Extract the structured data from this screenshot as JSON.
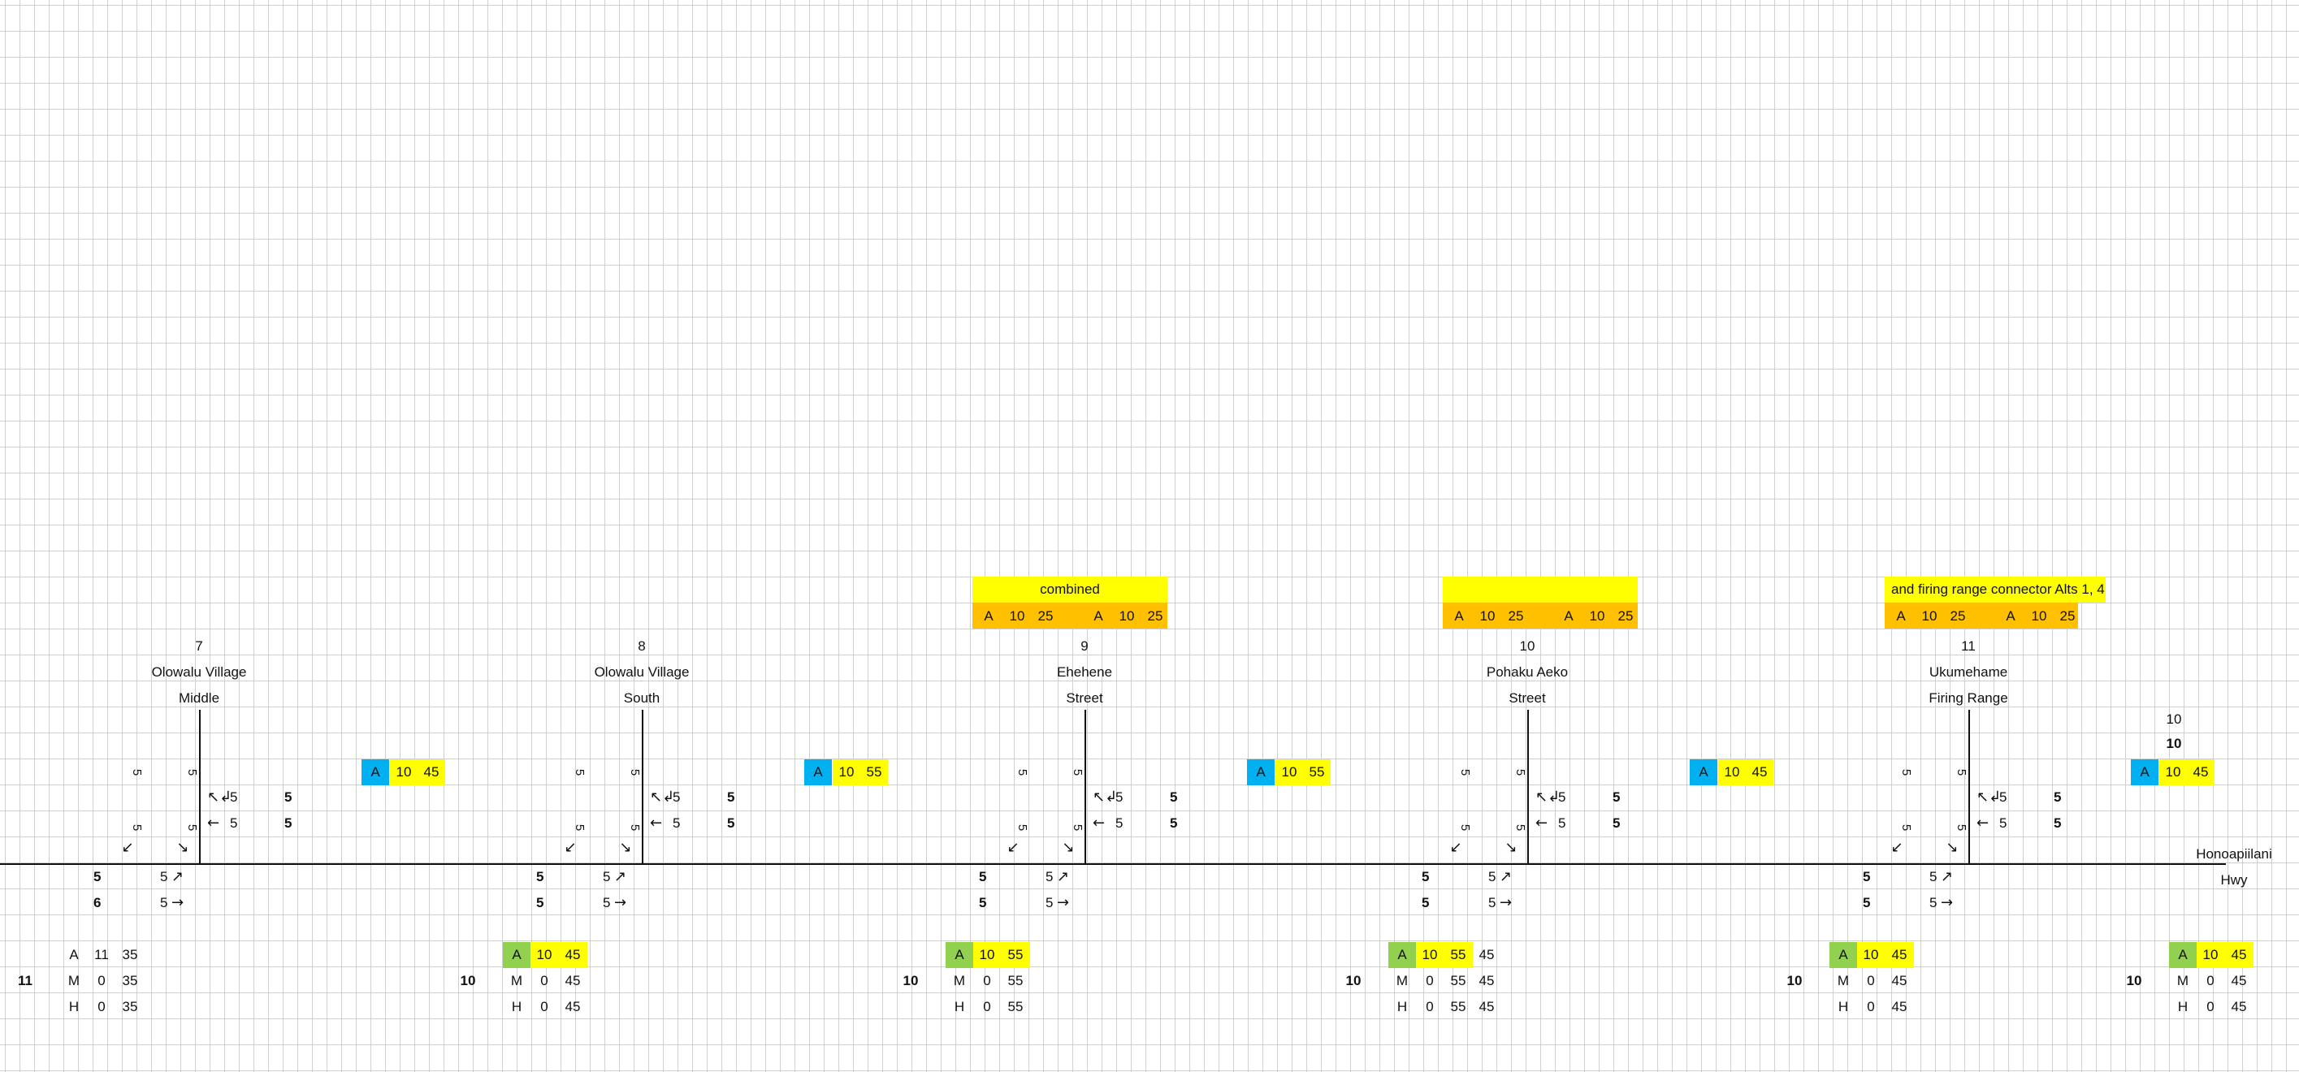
{
  "colors": {
    "yellow": "#ffff00",
    "orange": "#ffc000",
    "blue": "#00b0f0",
    "green": "#92d050",
    "grid": "#cfcfcf"
  },
  "road": {
    "name_line1": "Honoapiilani",
    "name_line2": "Hwy"
  },
  "banners": [
    {
      "title": "combined",
      "row": [
        "A",
        "10",
        "25",
        "A",
        "10",
        "25"
      ]
    },
    {
      "title": "",
      "row": [
        "A",
        "10",
        "25",
        "A",
        "10",
        "25"
      ]
    },
    {
      "title": "and firing range connector Alts 1, 4",
      "row": [
        "A",
        "10",
        "25",
        "A",
        "10",
        "25"
      ]
    }
  ],
  "intersections": [
    {
      "number": "7",
      "name_line1": "Olowalu Village",
      "name_line2": "Middle",
      "approach_top": [
        "5",
        "5"
      ],
      "approach_turns": [
        "5",
        "5"
      ],
      "west_in": [
        [
          "5",
          "5"
        ],
        [
          "5",
          "5"
        ]
      ],
      "east_counts": [
        "5",
        "5"
      ],
      "east_out": [
        [
          "5",
          "5"
        ],
        [
          "6",
          "5"
        ]
      ],
      "status": {
        "lvl": "A",
        "v1": "10",
        "v2": "45",
        "color": "blue"
      },
      "table": {
        "rows": [
          [
            "A",
            "11",
            "35"
          ],
          [
            "M",
            "0",
            "35"
          ],
          [
            "H",
            "0",
            "35"
          ]
        ],
        "total": "11",
        "highlight": false
      }
    },
    {
      "number": "8",
      "name_line1": "Olowalu Village",
      "name_line2": "South",
      "approach_top": [
        "5",
        "5"
      ],
      "approach_turns": [
        "5",
        "5"
      ],
      "west_in": [
        [
          "5",
          "5"
        ],
        [
          "5",
          "5"
        ]
      ],
      "east_counts": [
        "5",
        "5"
      ],
      "east_out": [
        [
          "5",
          "5"
        ],
        [
          "5",
          "5"
        ]
      ],
      "status": {
        "lvl": "A",
        "v1": "10",
        "v2": "55",
        "color": "blue"
      },
      "table": {
        "rows": [
          [
            "A",
            "10",
            "45"
          ],
          [
            "M",
            "0",
            "45"
          ],
          [
            "H",
            "0",
            "45"
          ]
        ],
        "total": "10",
        "highlight": true
      }
    },
    {
      "number": "9",
      "name_line1": "Ehehene",
      "name_line2": "Street",
      "approach_top": [
        "5",
        "5"
      ],
      "approach_turns": [
        "5",
        "5"
      ],
      "west_in": [
        [
          "5",
          "5"
        ],
        [
          "5",
          "5"
        ]
      ],
      "east_counts": [
        "5",
        "5"
      ],
      "east_out": [
        [
          "5",
          "5"
        ],
        [
          "5",
          "5"
        ]
      ],
      "status": {
        "lvl": "A",
        "v1": "10",
        "v2": "55",
        "color": "blue"
      },
      "table": {
        "rows": [
          [
            "A",
            "10",
            "55"
          ],
          [
            "M",
            "0",
            "55"
          ],
          [
            "H",
            "0",
            "55"
          ]
        ],
        "total": "10",
        "highlight": true
      }
    },
    {
      "number": "10",
      "name_line1": "Pohaku Aeko",
      "name_line2": "Street",
      "approach_top": [
        "5",
        "5"
      ],
      "approach_turns": [
        "5",
        "5"
      ],
      "west_in": [
        [
          "5",
          "5"
        ],
        [
          "5",
          "5"
        ]
      ],
      "east_counts": [
        "5",
        "5"
      ],
      "east_out": [
        [
          "5",
          "5"
        ],
        [
          "5",
          "5"
        ]
      ],
      "status": {
        "lvl": "A",
        "v1": "10",
        "v2": "45",
        "color": "blue"
      },
      "table": {
        "rows": [
          [
            "A",
            "10",
            "55",
            "45"
          ],
          [
            "M",
            "0",
            "55",
            "45"
          ],
          [
            "H",
            "0",
            "55",
            "45"
          ]
        ],
        "total": "10",
        "highlight": true
      }
    },
    {
      "number": "11",
      "name_line1": "Ukumehame",
      "name_line2": "Firing Range",
      "approach_top": [
        "5",
        "5"
      ],
      "approach_turns": [
        "5",
        "5"
      ],
      "west_in": [
        [
          "5",
          "5"
        ],
        [
          "5",
          "5"
        ]
      ],
      "east_counts": [
        "5",
        "5"
      ],
      "east_out": [
        [
          "5",
          "5"
        ],
        [
          "5",
          "5"
        ]
      ],
      "status": {
        "lvl": "A",
        "v1": "10",
        "v2": "45",
        "color": "blue",
        "above": [
          "10",
          "10"
        ]
      },
      "table": {
        "rows": [
          [
            "A",
            "10",
            "45"
          ],
          [
            "M",
            "0",
            "45"
          ],
          [
            "H",
            "0",
            "45"
          ]
        ],
        "total": "10",
        "highlight": true
      }
    }
  ],
  "last_table": {
    "rows": [
      [
        "A",
        "10",
        "45"
      ],
      [
        "M",
        "0",
        "45"
      ],
      [
        "H",
        "0",
        "45"
      ]
    ],
    "total": "10"
  },
  "arrows": {
    "left_turn": "↖",
    "uturn": "↲",
    "west": "←",
    "east": "→",
    "ne": "↗",
    "sw": "↙",
    "se": "↘"
  }
}
